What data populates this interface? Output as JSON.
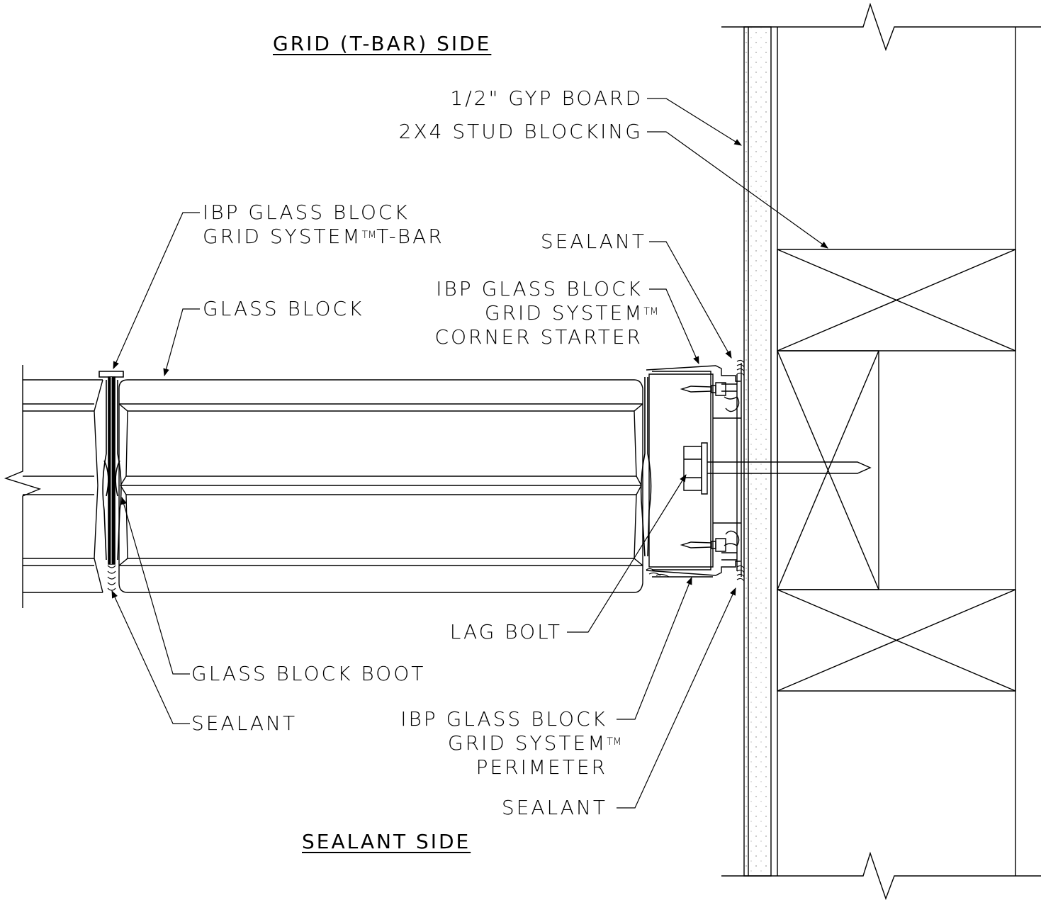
{
  "headers": {
    "top": "GRID (T-BAR) SIDE",
    "bottom": "SEALANT SIDE"
  },
  "labels": {
    "gyp_board": "1/2\" GYP BOARD",
    "stud_blocking": "2X4 STUD BLOCKING",
    "tbar_line1": "IBP GLASS BLOCK",
    "tbar_line2": "GRID SYSTEM",
    "tbar_tm": "TM",
    "tbar_line2b": "T-BAR",
    "glass_block": "GLASS BLOCK",
    "sealant_top": "SEALANT",
    "corner_line1": "IBP GLASS BLOCK",
    "corner_line2": "GRID SYSTEM",
    "corner_tm": "TM",
    "corner_line3": "CORNER STARTER",
    "lag_bolt": "LAG BOLT",
    "boot": "GLASS BLOCK BOOT",
    "sealant_left": "SEALANT",
    "perim_line1": "IBP GLASS BLOCK",
    "perim_line2": "GRID SYSTEM",
    "perim_tm": "TM",
    "perim_line3": "PERIMETER",
    "sealant_bottom": "SEALANT"
  }
}
